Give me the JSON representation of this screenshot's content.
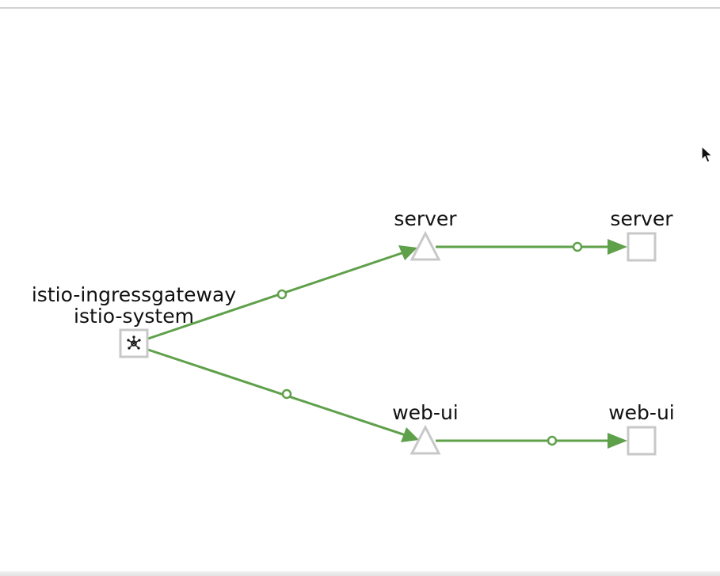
{
  "graph": {
    "nodes": {
      "gateway": {
        "name": "istio-ingressgateway",
        "namespace": "istio-system",
        "shape": "square",
        "icon": "gateway-icon"
      },
      "server_service": {
        "name": "server",
        "shape": "triangle"
      },
      "server_workload": {
        "name": "server",
        "shape": "square"
      },
      "webui_service": {
        "name": "web-ui",
        "shape": "triangle"
      },
      "webui_workload": {
        "name": "web-ui",
        "shape": "square"
      }
    },
    "edges": [
      {
        "from": "gateway",
        "to": "server_service"
      },
      {
        "from": "server_service",
        "to": "server_workload"
      },
      {
        "from": "gateway",
        "to": "webui_service"
      },
      {
        "from": "webui_service",
        "to": "webui_workload"
      }
    ],
    "colors": {
      "edge": "#5fa04a",
      "node_stroke": "#c8c8c8",
      "label": "#111111"
    }
  }
}
